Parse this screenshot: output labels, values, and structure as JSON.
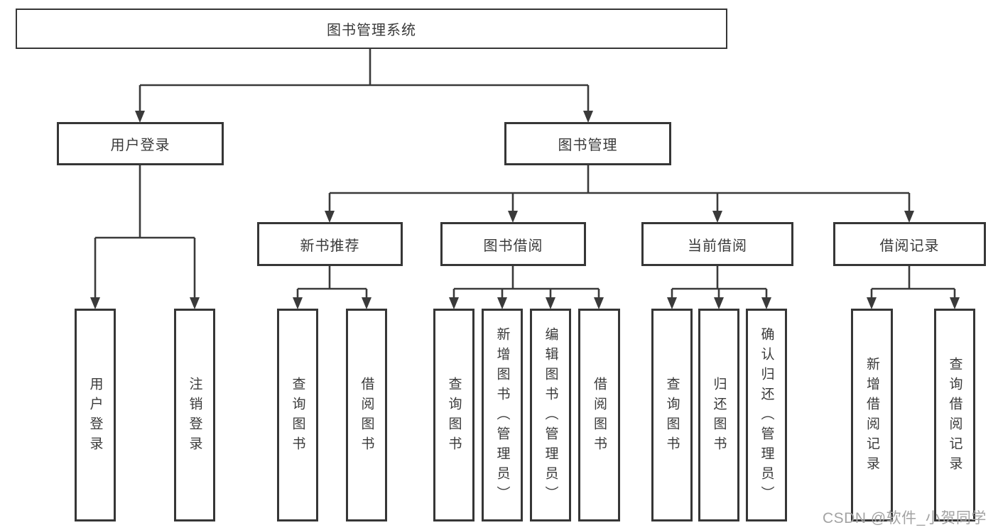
{
  "tree": {
    "root": "图书管理系统",
    "branches": [
      {
        "label": "用户登录",
        "children": [
          "用户登录",
          "注销登录"
        ]
      },
      {
        "label": "图书管理",
        "children": [
          {
            "label": "新书推荐",
            "children": [
              "查询图书",
              "借阅图书"
            ]
          },
          {
            "label": "图书借阅",
            "children": [
              "查询图书",
              "新增图书（管理员）",
              "编辑图书（管理员）",
              "借阅图书"
            ]
          },
          {
            "label": "当前借阅",
            "children": [
              "查询图书",
              "归还图书",
              "确认归还（管理员）"
            ]
          },
          {
            "label": "借阅记录",
            "children": [
              "新增借阅记录",
              "查询借阅记录"
            ]
          }
        ]
      }
    ]
  },
  "watermark": {
    "text": "CSDN @软件_小贺同学"
  },
  "colors": {
    "background": "#ffffff",
    "line": "#3a3a3a",
    "box_border": "#363636",
    "text": "#3a3a3a",
    "watermark": "#a3a3a3"
  }
}
